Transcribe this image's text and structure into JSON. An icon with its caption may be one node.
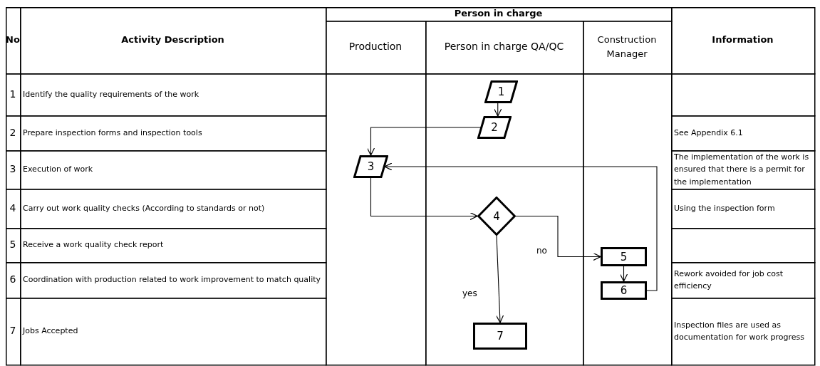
{
  "diagram": {
    "nodes": [
      {
        "text": [
          "1"
        ]
      },
      {
        "text": [
          "2"
        ]
      },
      {
        "text": [
          "3"
        ]
      },
      {
        "text": [
          "4"
        ]
      },
      {
        "text": [
          "5"
        ]
      },
      {
        "text": [
          "6"
        ]
      },
      {
        "text": [
          "7"
        ]
      }
    ],
    "edges": [
      {
        "from": 0,
        "to": 1,
        "arrow": "to"
      },
      {
        "from": 1,
        "to": 2,
        "arrow": "to"
      },
      {
        "from": 2,
        "to": 3,
        "arrow": "to"
      },
      {
        "from": 3,
        "to": 4,
        "arrow": "to",
        "label": "no"
      },
      {
        "from": 4,
        "to": 5,
        "arrow": "to"
      },
      {
        "from": 5,
        "to": 2,
        "arrow": "to"
      },
      {
        "from": 3,
        "to": 6,
        "arrow": "to",
        "label": "yes"
      }
    ],
    "labels": [
      "No",
      "Activity Description",
      "Person in charge",
      "Production",
      "Person in charge QA/QC",
      "Construction Manager",
      "Information",
      "1",
      "Identify the quality requirements of the work",
      "2",
      "Prepare inspection forms and inspection tools",
      "See Appendix 6.1",
      "3",
      "Execution of work",
      "The implementation of the work is ensured that there is a permit for the implementation",
      "4",
      "Carry out work quality checks (According to standards or not)",
      "Using the inspection form",
      "5",
      "Receive a work quality check report",
      "6",
      "Coordination with production related to work improvement to match quality",
      "Rework avoided for job cost efficiency",
      "7",
      "Jobs Accepted",
      "Inspection files are used as documentation for work progress"
    ]
  }
}
